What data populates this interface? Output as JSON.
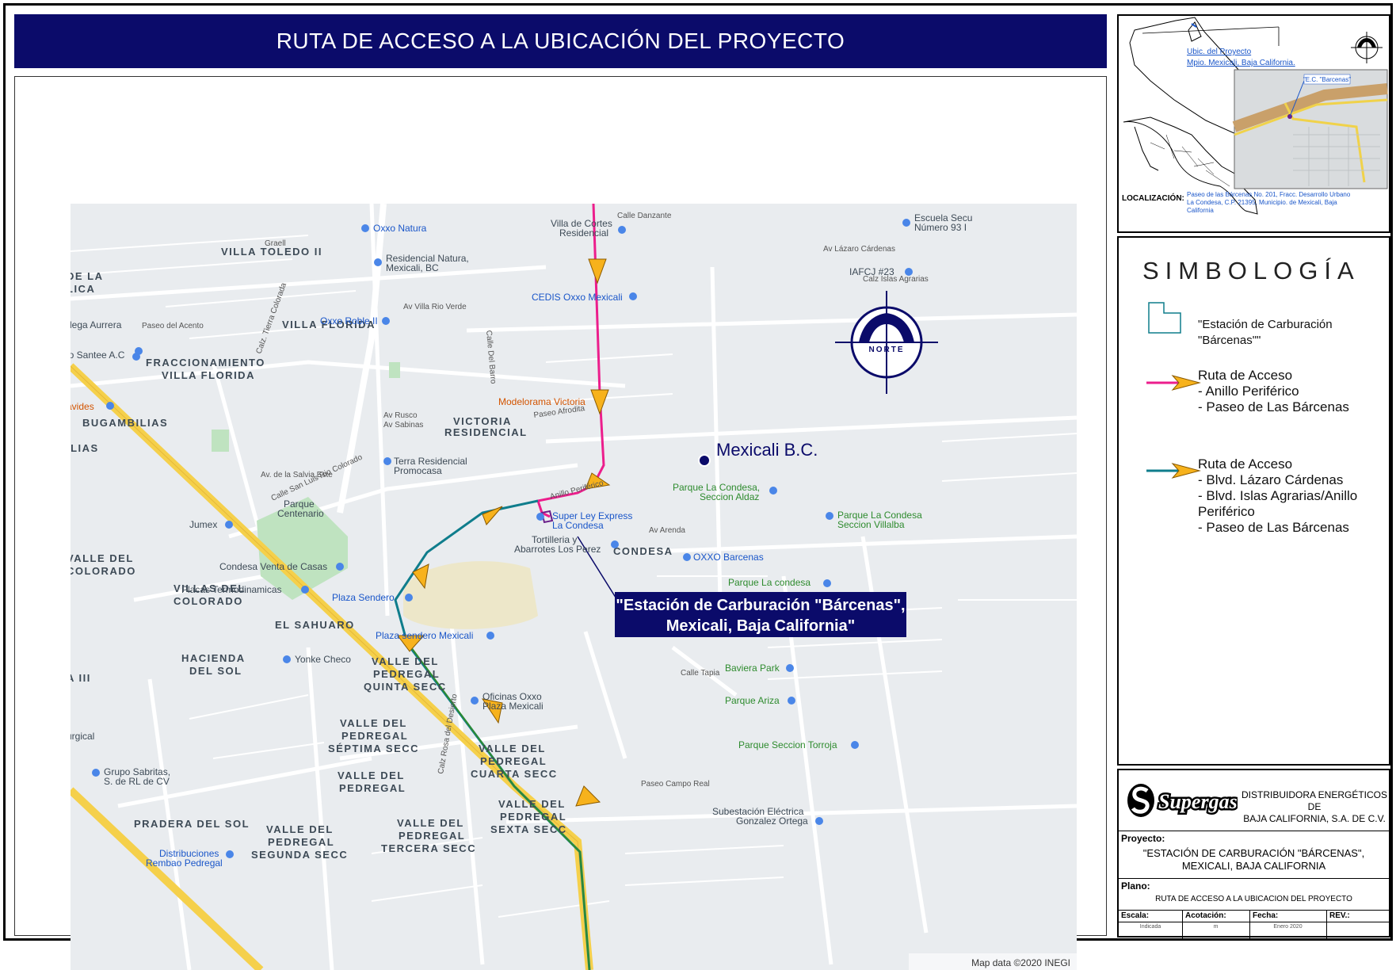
{
  "title": "RUTA DE ACCESO A LA UBICACIÓN DEL PROYECTO",
  "map": {
    "attribution": "Map data ©2020 INEGI",
    "north_label": "NORTE",
    "city_label": "Mexicali B.C.",
    "callout": [
      "\"Estación de Carburación \"Bárcenas\",",
      "Mexicali, Baja California\""
    ],
    "districts": [
      {
        "name": "VILLA TOLEDO II"
      },
      {
        "name": "VILLA FLORIDA"
      },
      {
        "name": "FRACCIONAMIENTO"
      },
      {
        "name": "VILLA FLORIDA"
      },
      {
        "name": "BUGAMBILIAS"
      },
      {
        "name": "ILIAS"
      },
      {
        "name": "VICTORIA"
      },
      {
        "name": "RESIDENCIAL"
      },
      {
        "name": "CONDESA"
      },
      {
        "name": "VALLE DEL"
      },
      {
        "name": "COLORADO"
      },
      {
        "name": "VILLAS DEL"
      },
      {
        "name": "COLORADO"
      },
      {
        "name": "EL SAHUARO"
      },
      {
        "name": "HACIENDA"
      },
      {
        "name": "DEL SOL"
      },
      {
        "name": "VALLE DEL"
      },
      {
        "name": "PEDREGAL"
      },
      {
        "name": "QUINTA SECC"
      },
      {
        "name": "VALLE DEL"
      },
      {
        "name": "PEDREGAL"
      },
      {
        "name": "SÉPTIMA SECC"
      },
      {
        "name": "VALLE DEL"
      },
      {
        "name": "PEDREGAL"
      },
      {
        "name": "CUARTA SECC"
      },
      {
        "name": "VALLE DEL"
      },
      {
        "name": "PEDREGAL"
      },
      {
        "name": "VALLE DEL"
      },
      {
        "name": "PEDREGAL"
      },
      {
        "name": "SEXTA SECC"
      },
      {
        "name": "VALLE DEL"
      },
      {
        "name": "PEDREGAL"
      },
      {
        "name": "TERCERA SECC"
      },
      {
        "name": "VALLE DEL"
      },
      {
        "name": "PEDREGAL"
      },
      {
        "name": "SEGUNDA SECC"
      },
      {
        "name": "PRADERA DEL SOL"
      },
      {
        "name": "DE LA"
      },
      {
        "name": "LICA"
      },
      {
        "name": "A III"
      }
    ],
    "pois": [
      {
        "name": "Oxxo Natura"
      },
      {
        "name": "Residencial Natura,"
      },
      {
        "name": "Mexicali, BC"
      },
      {
        "name": "Villa de Cortes"
      },
      {
        "name": "Residencial"
      },
      {
        "name": "Escuela Secu"
      },
      {
        "name": "Número 93 I"
      },
      {
        "name": "IAFCJ #23"
      },
      {
        "name": "CEDIS Oxxo Mexicali"
      },
      {
        "name": "Oxxo Roble II"
      },
      {
        "name": "dega Aurrera"
      },
      {
        "name": "io Santee A.C"
      },
      {
        "name": "Modelorama Victoria"
      },
      {
        "name": "avides"
      },
      {
        "name": "Terra Residencial"
      },
      {
        "name": "Promocasa"
      },
      {
        "name": "Parque"
      },
      {
        "name": "Centenario"
      },
      {
        "name": "Jumex"
      },
      {
        "name": "Condesa Venta de Casas"
      },
      {
        "name": "Placas Termodinamicas"
      },
      {
        "name": "Plaza Sendero"
      },
      {
        "name": "Plaza sendero Mexicali"
      },
      {
        "name": "Yonke Checo"
      },
      {
        "name": "Oficinas Oxxo"
      },
      {
        "name": "Plaza Mexicali"
      },
      {
        "name": "Super Ley Express"
      },
      {
        "name": "La Condesa"
      },
      {
        "name": "Tortilleria y"
      },
      {
        "name": "Abarrotes Los Perez"
      },
      {
        "name": "OXXO Barcenas"
      },
      {
        "name": "Parque La Condesa,"
      },
      {
        "name": "Seccion Aldaz"
      },
      {
        "name": "Parque La Condesa"
      },
      {
        "name": "Seccion Villalba"
      },
      {
        "name": "Parque La condesa"
      },
      {
        "name": "Baviera Park"
      },
      {
        "name": "Parque Ariza"
      },
      {
        "name": "Parque Seccion Torroja"
      },
      {
        "name": "Subestación Eléctrica"
      },
      {
        "name": "Gonzalez Ortega"
      },
      {
        "name": "Grupo Sabritas,"
      },
      {
        "name": "S. de RL de CV"
      },
      {
        "name": "Distribuciones"
      },
      {
        "name": "Rembao Pedregal"
      },
      {
        "name": "urgical"
      }
    ],
    "streets": [
      {
        "name": "Calle San Luis Rio Colorado"
      },
      {
        "name": "Paseo Afrodita"
      },
      {
        "name": "Anillo Periférico"
      },
      {
        "name": "Av Lázaro Cárdenas"
      },
      {
        "name": "Calz Rosa del Desierto"
      },
      {
        "name": "Av Villa Rio Verde"
      },
      {
        "name": "Paseo del Acento"
      },
      {
        "name": "Av. de la Salvia Este"
      },
      {
        "name": "Av Rusco"
      },
      {
        "name": "Av Sabinas"
      },
      {
        "name": "Calz. Tierra Colorada"
      },
      {
        "name": "Av Arenda"
      },
      {
        "name": "Paseo Campo Real"
      },
      {
        "name": "Calle Tapia"
      },
      {
        "name": "Calle Danzante"
      },
      {
        "name": "Graell"
      },
      {
        "name": "Calz Islas Agrarias"
      },
      {
        "name": "Calle Del Barro"
      }
    ]
  },
  "location": {
    "line1": "Ubic. del Proyecto",
    "line2": "Mpio. Mexicali, Baja California.",
    "inset_label": "\"E.C. \"Barcenas\"",
    "label": "LOCALIZACIÓN:",
    "address": [
      "Paseo de las Bárcenas No. 201, Fracc. Desarrollo Urbano",
      "La Condesa, C.P. 21395, Municipio. de Mexicali, Baja",
      "California"
    ]
  },
  "symbology": {
    "heading": "SIMBOLOGÍA",
    "station": "\"Estación de Carburación \"Bárcenas\"\"",
    "route1": [
      "Ruta de Acceso",
      " - Anillo Periférico",
      " - Paseo de Las Bárcenas"
    ],
    "route2": [
      "Ruta de Acceso",
      " - Blvd. Lázaro Cárdenas",
      " - Blvd. Islas Agrarias/Anillo",
      "Periférico",
      " - Paseo de Las Bárcenas"
    ],
    "colors": {
      "pink": "#ec1e8c",
      "teal": "#0f7d8c",
      "arrow": "#f7b21c",
      "navy": "#0b0b6a"
    }
  },
  "title_block": {
    "logo": "Supergas",
    "company": [
      "DISTRIBUIDORA ENERGÉTICOS DE",
      "BAJA CALIFORNIA, S.A. DE C.V."
    ],
    "proyecto_label": "Proyecto:",
    "proyecto_value": [
      "\"ESTACIÓN DE CARBURACIÓN \"BÁRCENAS\",",
      "MEXICALI, BAJA CALIFORNIA"
    ],
    "plano_label": "Plano:",
    "plano_value": "RUTA DE ACCESO A LA UBICACION DEL PROYECTO",
    "escala_label": "Escala:",
    "escala_value": "Indicada",
    "acotacion_label": "Acotación:",
    "acotacion_value": "m",
    "fecha_label": "Fecha:",
    "fecha_value": "Enero 2020",
    "rev_label": "REV.:"
  }
}
